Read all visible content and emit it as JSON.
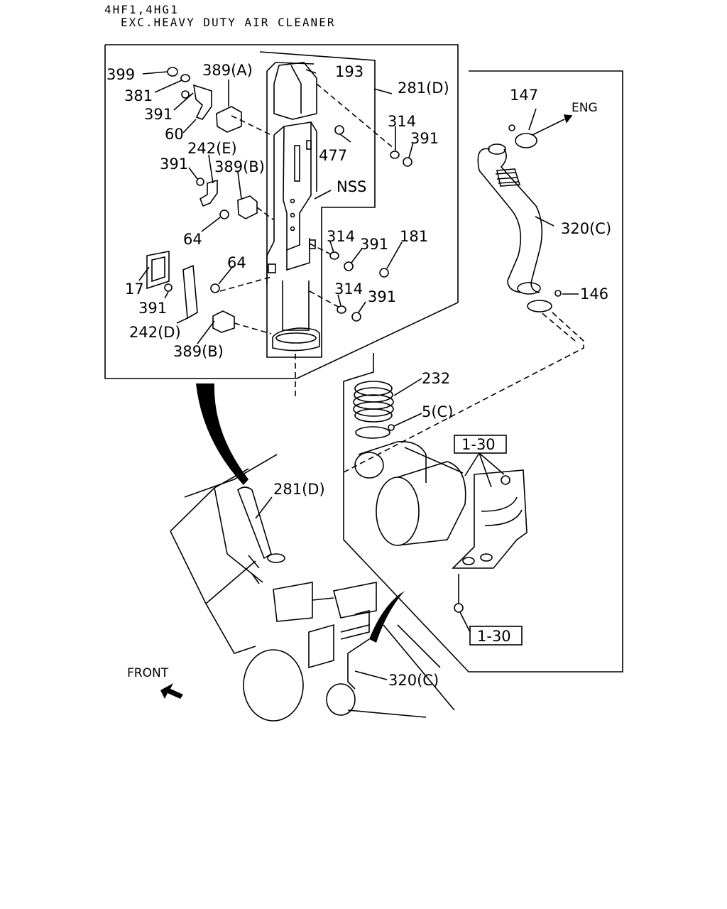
{
  "header": {
    "line1": "4HF1,4HG1",
    "line2": "EXC.HEAVY DUTY AIR CLEANER"
  },
  "labels": {
    "p399": "399",
    "p381": "381",
    "p391a": "391",
    "p60": "60",
    "p389a": "389(A)",
    "p193": "193",
    "p281d_top": "281(D)",
    "p314a": "314",
    "p391b": "391",
    "p477": "477",
    "p242e": "242(E)",
    "p391c": "391",
    "p389b_top": "389(B)",
    "nss": "NSS",
    "p64a": "64",
    "p314b": "314",
    "p391d": "391",
    "p181": "181",
    "p64b": "64",
    "p17": "17",
    "p391e": "391",
    "p314c": "314",
    "p391f": "391",
    "p242d": "242(D)",
    "p389b_bot": "389(B)",
    "p147": "147",
    "eng": "ENG",
    "p320c_top": "320(C)",
    "p146": "146",
    "p232": "232",
    "p5c": "5(C)",
    "p130_top": "1-30",
    "p130_bot": "1-30",
    "p281d_truck": "281(D)",
    "p320c_truck": "320(C)",
    "front": "FRONT"
  }
}
